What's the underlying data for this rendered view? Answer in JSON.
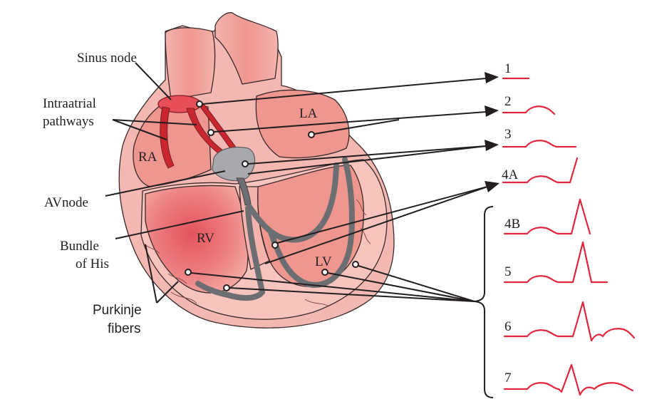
{
  "labels": {
    "sinus_node": "Sinus node",
    "intraatrial_line1": "Intraatrial",
    "intraatrial_line2": "pathways",
    "av_node": "AVnode",
    "bundle_line1": "Bundle",
    "bundle_line2": "of His",
    "purkinje_line1": "Purkinje",
    "purkinje_line2": "fibers"
  },
  "chambers": {
    "ra": "RA",
    "la": "LA",
    "rv": "RV",
    "lv": "LV"
  },
  "action_potentials": [
    {
      "id": "1",
      "label": "1"
    },
    {
      "id": "2",
      "label": "2"
    },
    {
      "id": "3",
      "label": "3"
    },
    {
      "id": "4A",
      "label": "4A"
    },
    {
      "id": "4B",
      "label": "4B"
    },
    {
      "id": "5",
      "label": "5"
    },
    {
      "id": "6",
      "label": "6"
    },
    {
      "id": "7",
      "label": "7"
    }
  ],
  "colors": {
    "heart_outer": "#f4b8b2",
    "heart_chamber": "#ef968f",
    "heart_dark_region": "#e6656b",
    "conduction_gray": "#a7a9ac",
    "conduction_dark": "#6d6e71",
    "sinus_node": "#e84e57",
    "trace": "#e0263d",
    "pointer": "#231f20"
  }
}
